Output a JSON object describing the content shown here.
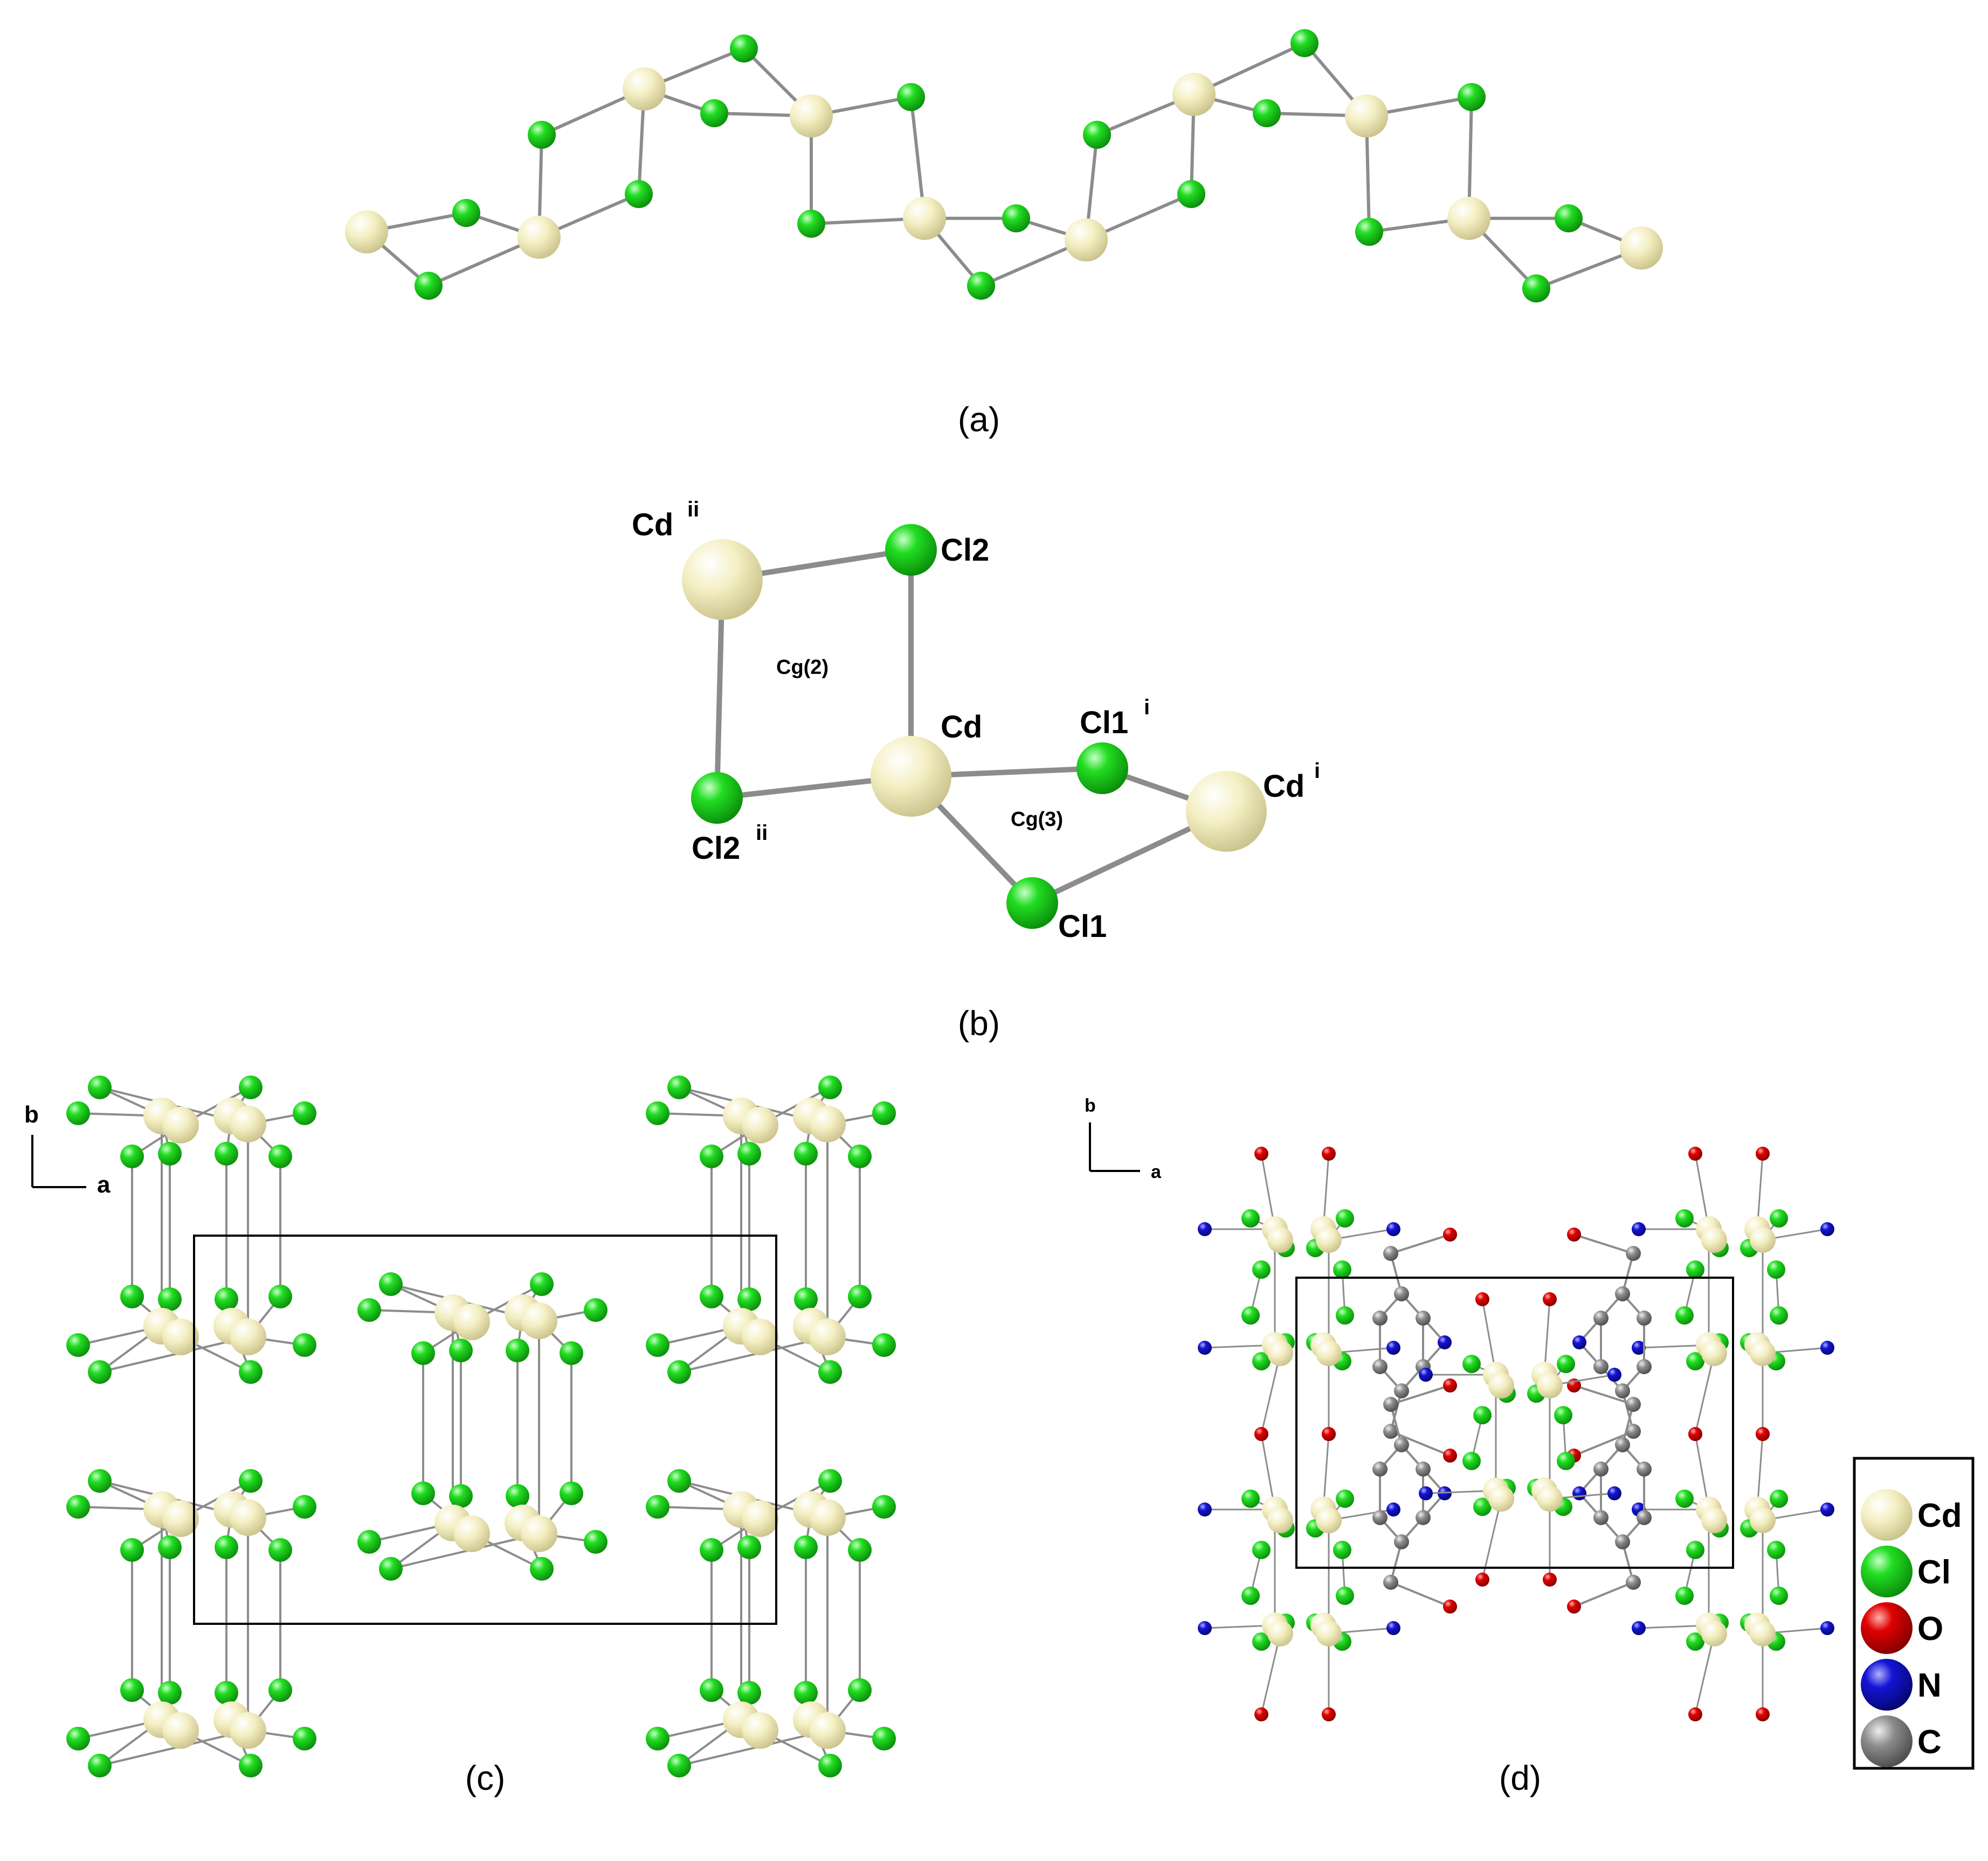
{
  "panels": {
    "a": {
      "caption": "(a)"
    },
    "b": {
      "caption": "(b)",
      "labels": {
        "cd_ii": "Cd",
        "cd_ii_sup": "ii",
        "cl2": "Cl2",
        "cg2": "Cg(2)",
        "cd": "Cd",
        "cl1_i": "Cl1",
        "cl1_i_sup": "i",
        "cd_i": "Cd",
        "cd_i_sup": "i",
        "cg3": "Cg(3)",
        "cl2_ii": "Cl2",
        "cl2_ii_sup": "ii",
        "cl1": "Cl1"
      }
    },
    "c": {
      "caption": "(c)",
      "axis_b": "b",
      "axis_a": "a"
    },
    "d": {
      "caption": "(d)",
      "axis_b": "b",
      "axis_a": "a"
    }
  },
  "legend": [
    {
      "label": "Cd",
      "color": "#f2eebc"
    },
    {
      "label": "Cl",
      "color": "#18d21b"
    },
    {
      "label": "O",
      "color": "#e00000"
    },
    {
      "label": "N",
      "color": "#1010d0"
    },
    {
      "label": "C",
      "color": "#8a8a8a"
    }
  ],
  "colors": {
    "bond": "#8c8c8c",
    "cell": "#000000"
  }
}
